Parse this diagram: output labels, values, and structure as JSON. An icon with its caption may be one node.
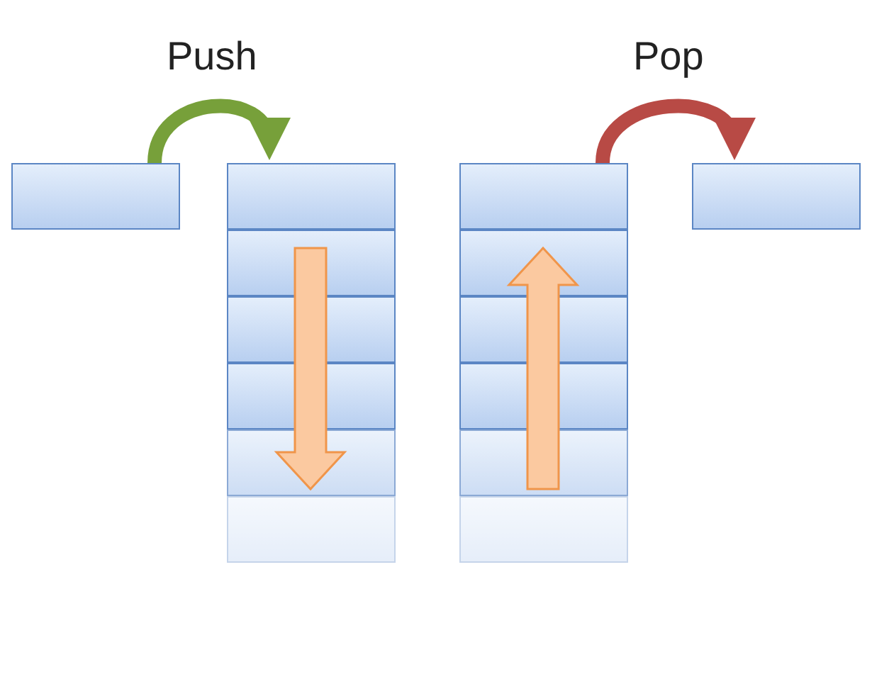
{
  "diagram": {
    "nodes": [
      {
        "text": [],
        "shape": "box"
      },
      {
        "text": [],
        "shape": "box"
      },
      {
        "text": [],
        "shape": "box"
      },
      {
        "text": [],
        "shape": "box"
      },
      {
        "text": [],
        "shape": "box"
      },
      {
        "text": [],
        "shape": "box"
      },
      {
        "text": [],
        "shape": "box"
      },
      {
        "text": [],
        "shape": "box"
      },
      {
        "text": [],
        "shape": "box"
      },
      {
        "text": [],
        "shape": "box"
      },
      {
        "text": [],
        "shape": "box"
      },
      {
        "text": [],
        "shape": "box"
      },
      {
        "text": [],
        "shape": "box"
      },
      {
        "text": [],
        "shape": "box"
      }
    ],
    "edges": [
      {
        "from": 0,
        "to": 1,
        "arrow": "to",
        "label": "Push",
        "color": "#77a03a"
      },
      {
        "from": 7,
        "to": 13,
        "arrow": "to",
        "label": "Pop",
        "color": "#b84a45"
      }
    ]
  }
}
